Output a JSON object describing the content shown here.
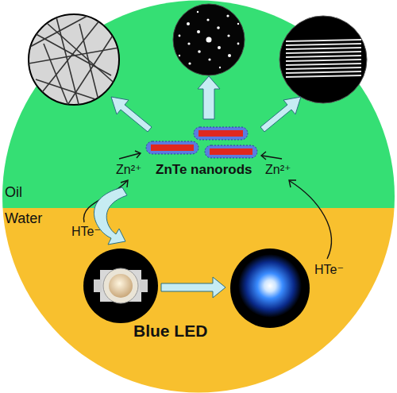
{
  "diagram": {
    "labels": [
      "Zn²⁺",
      "ZnTe nanorods",
      "Zn²⁺",
      "Oil",
      "Water",
      "HTe⁻",
      "HTe⁻",
      "Blue LED"
    ]
  }
}
